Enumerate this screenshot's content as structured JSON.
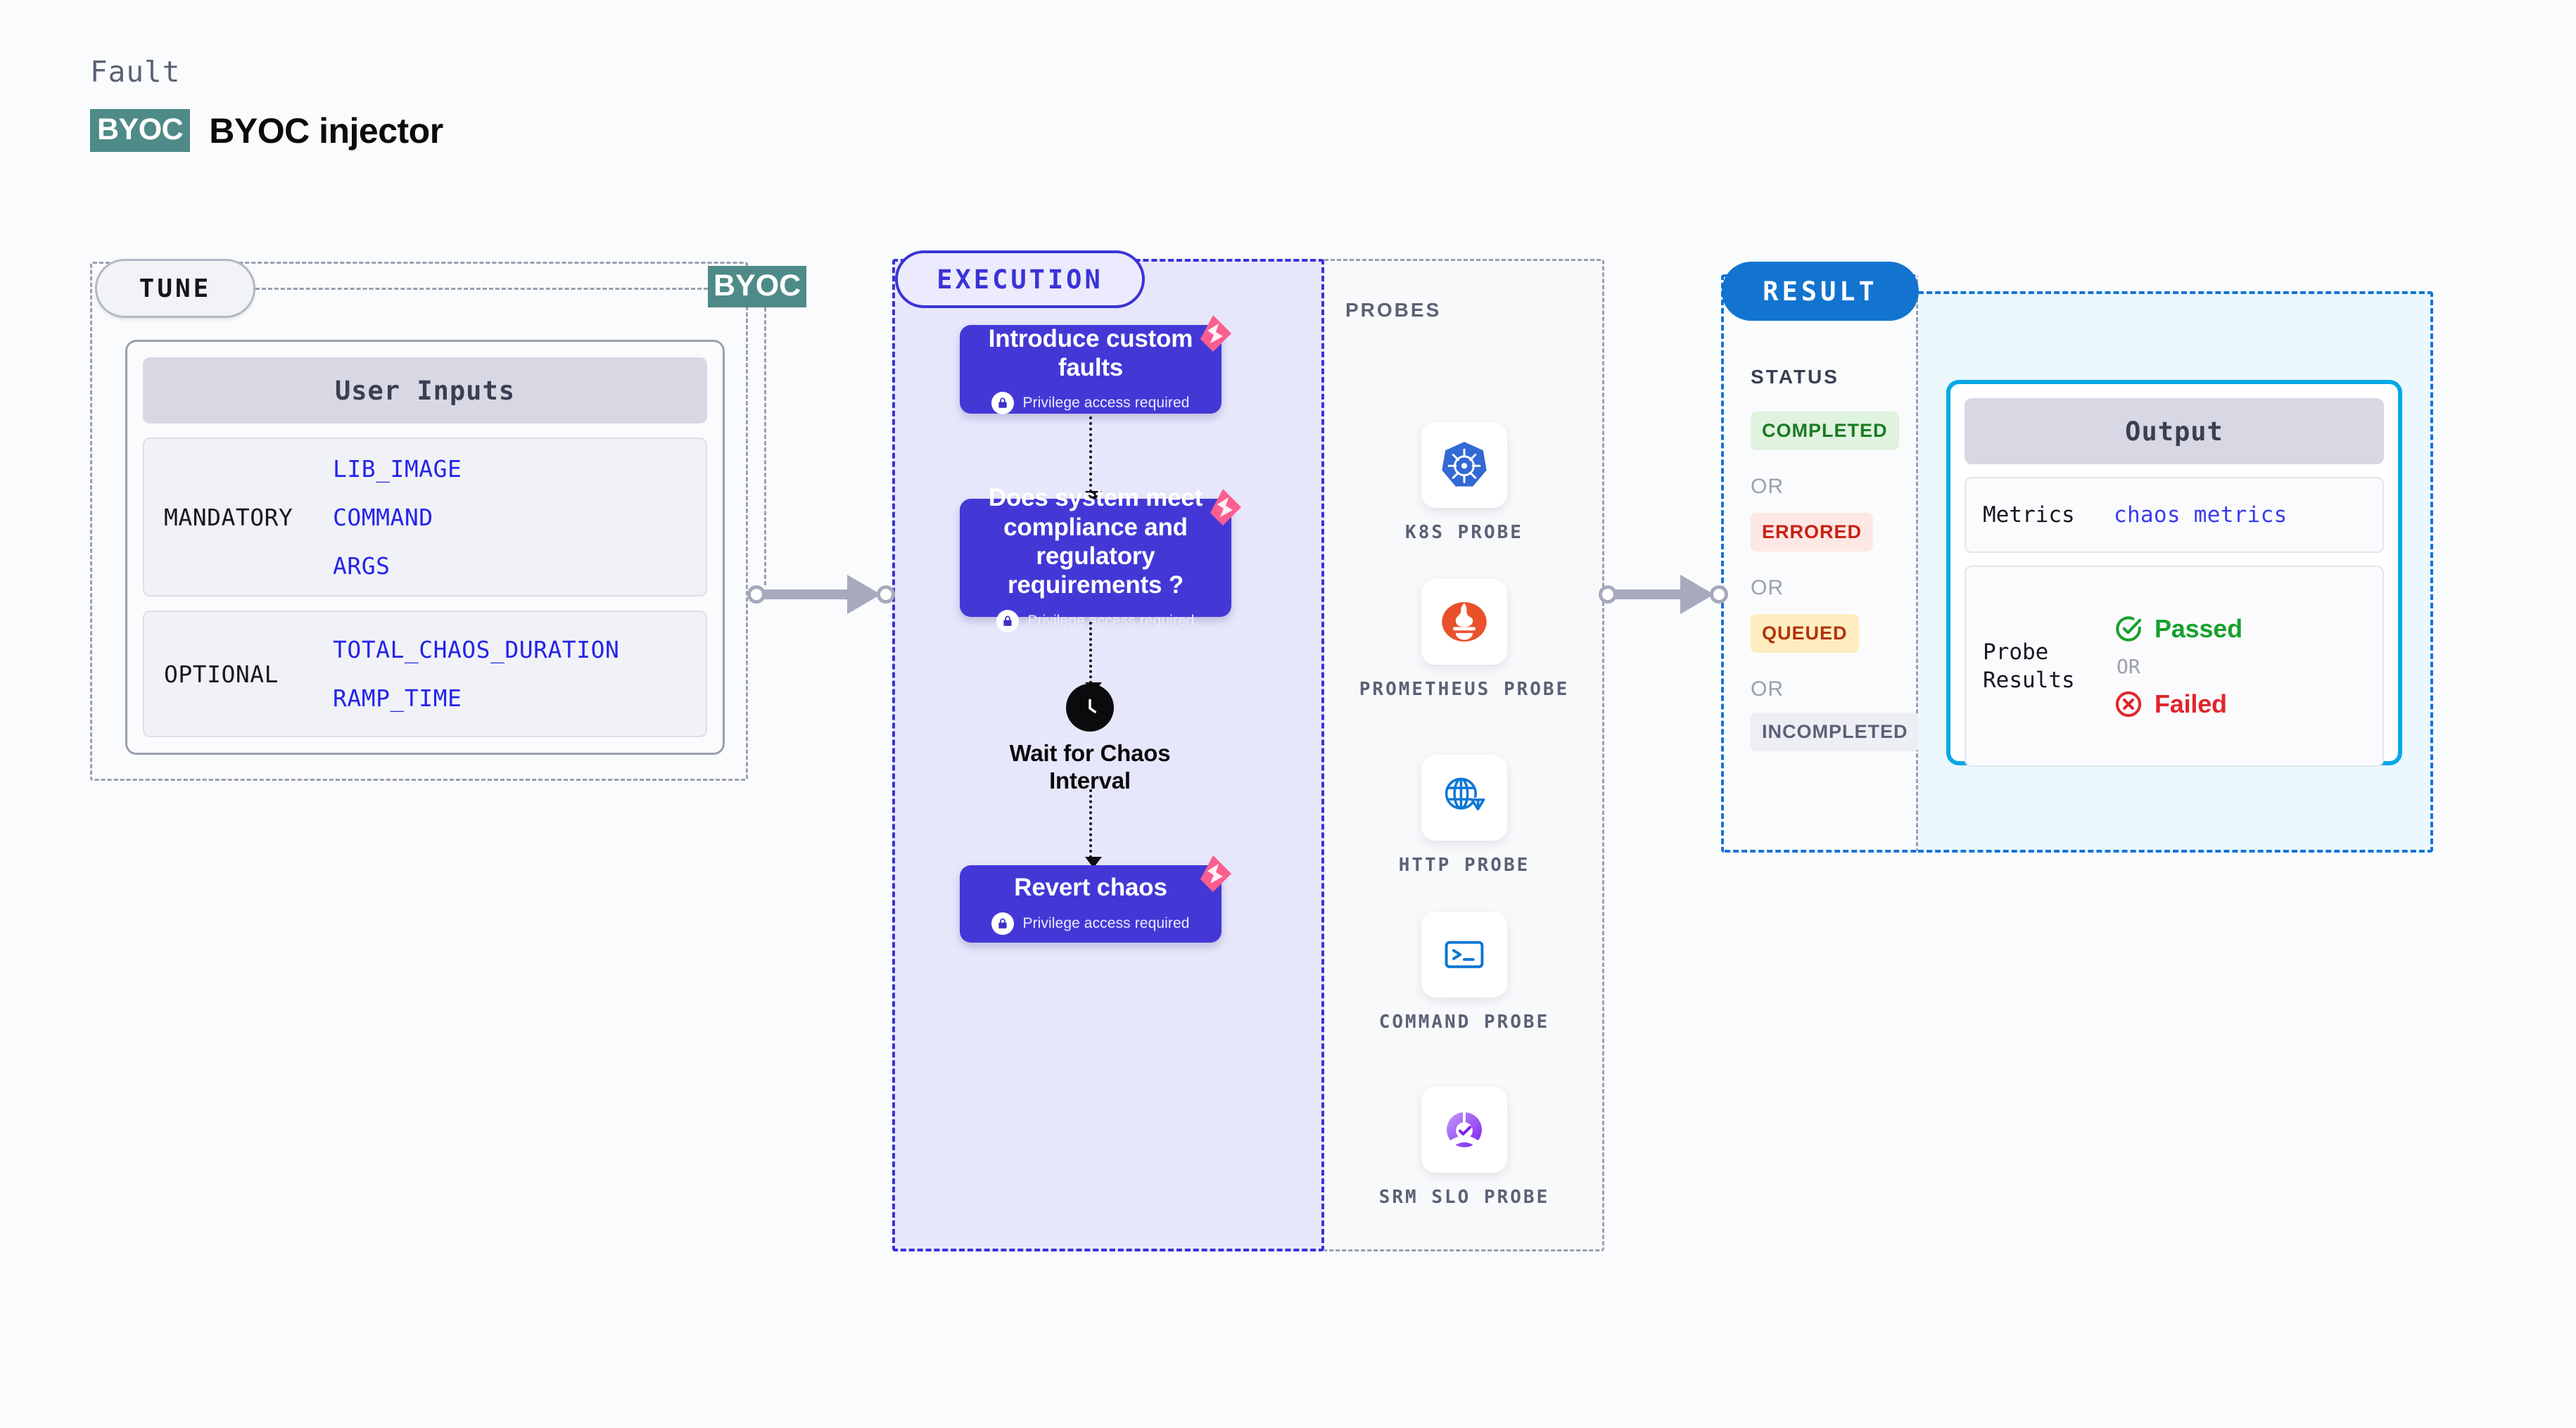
{
  "header": {
    "eyebrow": "Fault",
    "badge": "BYOC",
    "title": "BYOC injector"
  },
  "tune": {
    "pill_label": "TUNE",
    "byoc_tag": "BYOC",
    "card_title": "User Inputs",
    "groups": [
      {
        "label": "MANDATORY",
        "items": [
          "LIB_IMAGE",
          "COMMAND",
          "ARGS"
        ]
      },
      {
        "label": "OPTIONAL",
        "items": [
          "TOTAL_CHAOS_DURATION",
          "RAMP_TIME"
        ]
      }
    ]
  },
  "execution": {
    "pill_label": "EXECUTION",
    "privilege_note": "Privilege access required",
    "steps": [
      {
        "title": "Introduce custom faults",
        "privileged": true
      },
      {
        "title": "Does system meet compliance and regulatory requirements ?",
        "privileged": true
      },
      {
        "title": "Wait for Chaos Interval",
        "privileged": false
      },
      {
        "title": "Revert chaos",
        "privileged": true
      }
    ]
  },
  "probes": {
    "title": "PROBES",
    "items": [
      {
        "label": "K8S PROBE",
        "icon": "kubernetes-icon"
      },
      {
        "label": "PROMETHEUS PROBE",
        "icon": "prometheus-icon"
      },
      {
        "label": "HTTP PROBE",
        "icon": "http-globe-warning-icon"
      },
      {
        "label": "COMMAND PROBE",
        "icon": "terminal-icon"
      },
      {
        "label": "SRM SLO PROBE",
        "icon": "srm-slo-icon"
      }
    ]
  },
  "result": {
    "pill_label": "RESULT",
    "status_title": "STATUS",
    "or_label": "OR",
    "statuses": [
      {
        "label": "COMPLETED",
        "bg": "#dff3de",
        "fg": "#1b7a22"
      },
      {
        "label": "ERRORED",
        "bg": "#fde8e6",
        "fg": "#cb1f12"
      },
      {
        "label": "QUEUED",
        "bg": "#fdedbf",
        "fg": "#b1330a"
      },
      {
        "label": "INCOMPLETED",
        "bg": "#eeeef5",
        "fg": "#5b6175"
      }
    ]
  },
  "output": {
    "title": "Output",
    "metrics_key": "Metrics",
    "metrics_value": "chaos metrics",
    "probe_results_key": "Probe Results",
    "passed_label": "Passed",
    "failed_label": "Failed",
    "or_label": "OR"
  },
  "colors": {
    "brand_purple": "#4338d6",
    "result_blue": "#1274cf",
    "output_border": "#05a8e6",
    "byoc_teal": "#4e8a87",
    "link_blue": "#2424e8"
  }
}
